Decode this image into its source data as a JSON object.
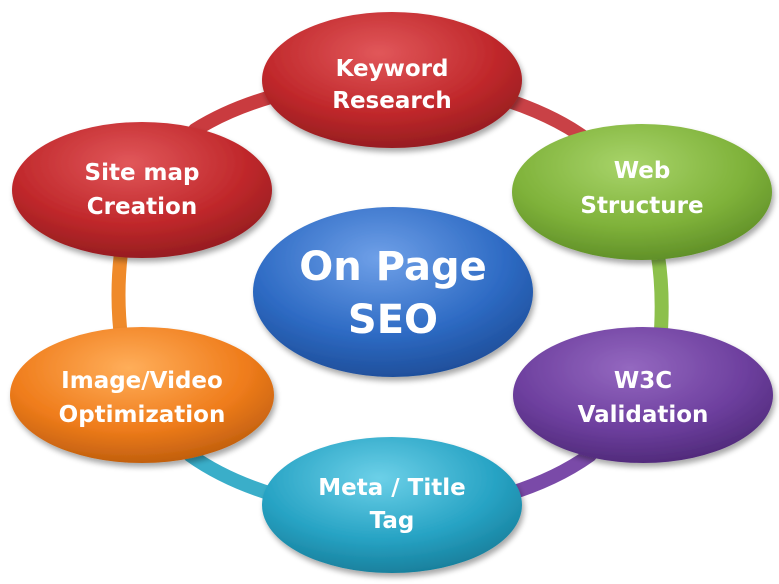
{
  "center": {
    "line1": "On Page",
    "line2": "SEO",
    "color": "#2e6bc4"
  },
  "nodes": [
    {
      "id": "keyword-research",
      "line1": "Keyword",
      "line2": "Research",
      "color": "#c0282b"
    },
    {
      "id": "web-structure",
      "line1": "Web",
      "line2": "Structure",
      "color": "#7fb23a"
    },
    {
      "id": "w3c-validation",
      "line1": "W3C",
      "line2": "Validation",
      "color": "#6d3f9e"
    },
    {
      "id": "meta-title-tag",
      "line1": "Meta / Title",
      "line2": "Tag",
      "color": "#27a3c4"
    },
    {
      "id": "image-video-optimization",
      "line1": "Image/Video",
      "line2": "Optimization",
      "color": "#ef7c1b"
    },
    {
      "id": "site-map-creation",
      "line1": "Site map",
      "line2": "Creation",
      "color": "#c0282b"
    }
  ],
  "ring_colors": {
    "keyword_to_web": "#c94146",
    "web_to_w3c": "#8cc04b",
    "w3c_to_meta": "#7a4aa8",
    "meta_to_image": "#3aaec9",
    "image_to_sitemap": "#ef8a2a",
    "sitemap_to_keyword": "#c93b3f"
  }
}
